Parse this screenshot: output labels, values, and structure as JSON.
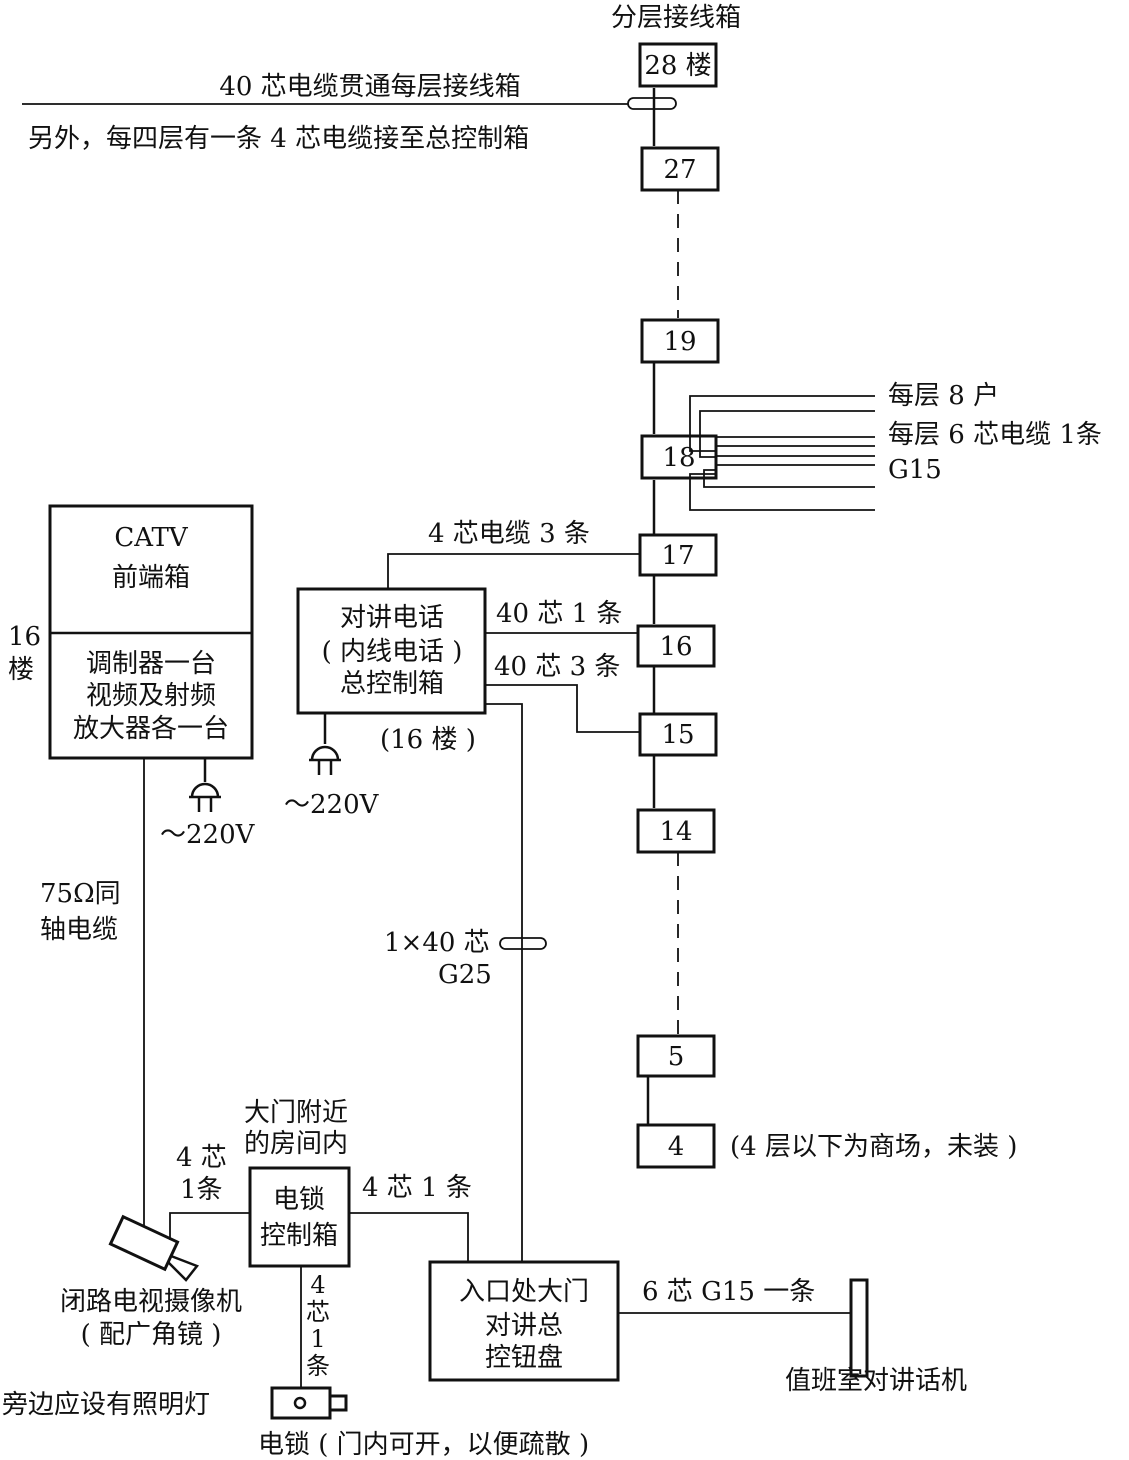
{
  "floors": {
    "f28": "28 楼",
    "f27": "27",
    "f19": "19",
    "f18": "18",
    "f17": "17",
    "f16": "16",
    "f15": "15",
    "f14": "14",
    "f5": "5",
    "f4": "4"
  },
  "labels": {
    "top_box_title": "分层接线箱",
    "cable_through": "40 芯电缆贯通每层接线箱",
    "cable_note": "另外，每四层有一条 4 芯电缆接至总控制箱",
    "per_floor_households": "每层 8 户",
    "per_floor_cable": "每层 6 芯电缆 1条",
    "g15": "G15",
    "cable_4x3": "4 芯电缆 3 条",
    "cable_40x1": "40 芯 1 条",
    "cable_40x3": "40 芯 3 条",
    "floor4_note": "(4 层以下为商场，未装 )",
    "intercom_line1": "对讲电话",
    "intercom_line2": "( 内线电话 )",
    "intercom_line3": "总控制箱",
    "intercom_floor": "(16 楼 )",
    "power_intercom": "～220V",
    "catv_line1": "CATV",
    "catv_line2": "前端箱",
    "catv_sub1": "调制器一台",
    "catv_sub2": "视频及射频",
    "catv_sub3": "放大器各一台",
    "floor16_a": "16",
    "floor16_b": "楼",
    "power_catv": "～220V",
    "coax_a": "75Ω同",
    "coax_b": "轴电缆",
    "conduit_a": "1×40 芯",
    "conduit_b": "G25",
    "gate_room_a": "大门附近",
    "gate_room_b": "的房间内",
    "cam_cable_a": "4 芯",
    "cam_cable_b": "1条",
    "lock_box_a": "电锁",
    "lock_box_b": "控制箱",
    "lock_to_panel": "4 芯 1 条",
    "lock_cable_1": "4",
    "lock_cable_2": "芯",
    "lock_cable_3": "1",
    "lock_cable_4": "条",
    "camera_a": "闭路电视摄像机",
    "camera_b": "( 配广角镜 )",
    "panel_a": "入口处大门",
    "panel_b": "对讲总",
    "panel_c": "控钮盘",
    "panel_cable": "6 芯 G15 一条",
    "duty_phone": "值班室对讲话机",
    "lighting_note": "旁边应设有照明灯",
    "lock_note": "电锁 ( 门内可开，以便疏散 )"
  }
}
